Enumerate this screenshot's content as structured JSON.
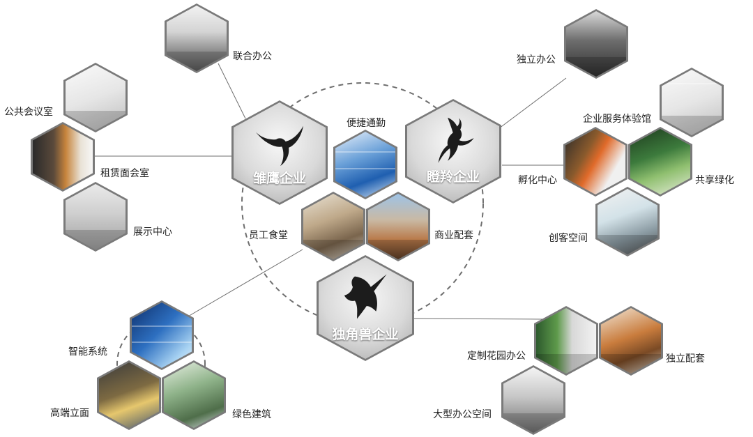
{
  "cores": [
    {
      "id": "eagle",
      "label": "雏鹰企业",
      "icon": "eagle-icon"
    },
    {
      "id": "gazelle",
      "label": "瞪羚企业",
      "icon": "gazelle-icon"
    },
    {
      "id": "unicorn",
      "label": "独角兽企业",
      "icon": "unicorn-icon"
    }
  ],
  "center_items": [
    {
      "id": "commute",
      "label": "便捷通勤"
    },
    {
      "id": "canteen",
      "label": "员工食堂"
    },
    {
      "id": "commercial",
      "label": "商业配套"
    }
  ],
  "eagle_items": [
    {
      "id": "cowork",
      "label": "联合办公"
    },
    {
      "id": "public-meeting",
      "label": "公共会议室"
    },
    {
      "id": "rental-meeting",
      "label": "租赁面会室"
    },
    {
      "id": "exhibition",
      "label": "展示中心"
    }
  ],
  "gazelle_items": [
    {
      "id": "indep-office",
      "label": "独立办公"
    },
    {
      "id": "experience",
      "label": "企业服务体验馆"
    },
    {
      "id": "incubation",
      "label": "孵化中心"
    },
    {
      "id": "shared-green",
      "label": "共享绿化"
    },
    {
      "id": "maker",
      "label": "创客空间"
    }
  ],
  "unicorn_items": [
    {
      "id": "garden-office",
      "label": "定制花园办公"
    },
    {
      "id": "indep-facility",
      "label": "独立配套"
    },
    {
      "id": "large-office",
      "label": "大型办公空间"
    }
  ],
  "building_items": [
    {
      "id": "smart",
      "label": "智能系统"
    },
    {
      "id": "facade",
      "label": "高端立面"
    },
    {
      "id": "green-building",
      "label": "绿色建筑"
    }
  ],
  "colors": {
    "line": "#6e6e6e",
    "hex_border": "#7a7a7a",
    "text": "#222222",
    "core_label": "#ffffff"
  }
}
